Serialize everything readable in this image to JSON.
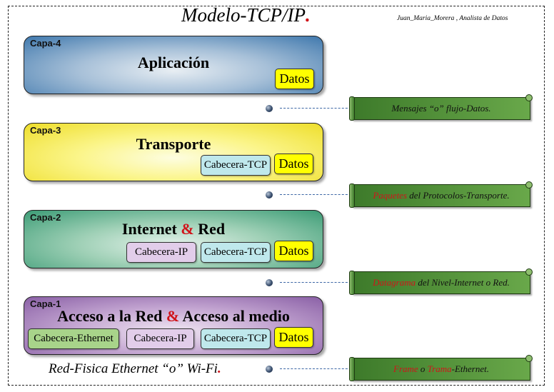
{
  "title": {
    "text": "Modelo-TCP/IP",
    "dot": "."
  },
  "author": "Juan_Maria_Morera , Analista de Datos",
  "layers": [
    {
      "label": "Capa-4",
      "name": "Aplicación",
      "boxes": [
        "Datos"
      ]
    },
    {
      "label": "Capa-3",
      "name": "Transporte",
      "boxes": [
        "Cabecera-TCP",
        "Datos"
      ]
    },
    {
      "label": "Capa-2",
      "name_a": "Internet",
      "amp": "&",
      "name_b": "Red",
      "boxes": [
        "Cabecera-IP",
        "Cabecera-TCP",
        "Datos"
      ]
    },
    {
      "label": "Capa-1",
      "name_a": "Acceso a la Red",
      "amp": "&",
      "name_b": "Acceso al medio",
      "boxes": [
        "Cabecera-Ethernet",
        "Cabecera-IP",
        "Cabecera-TCP",
        "Datos"
      ]
    }
  ],
  "notes": [
    {
      "text": "Mensajes “o” flujo-Datos."
    },
    {
      "red": "Paquetes",
      "text": "del Protocolos-Transporte."
    },
    {
      "red": "Datagrama",
      "text": "del Nivel-Internet o Red."
    },
    {
      "red_a": "Frame",
      "mid": "o",
      "red_b": "Trama",
      "text": "-Ethernet."
    }
  ],
  "physical": {
    "text": "Red-Fisica Ethernet “o” Wi-Fi",
    "dot": "."
  },
  "colors": {
    "capa4": "#3f78ad",
    "capa3": "#eede2a",
    "capa2": "#3c9c76",
    "capa1": "#8a60a6",
    "datos": "#ffff00",
    "note": "#4e8c36",
    "accent_red": "#d0141a"
  }
}
